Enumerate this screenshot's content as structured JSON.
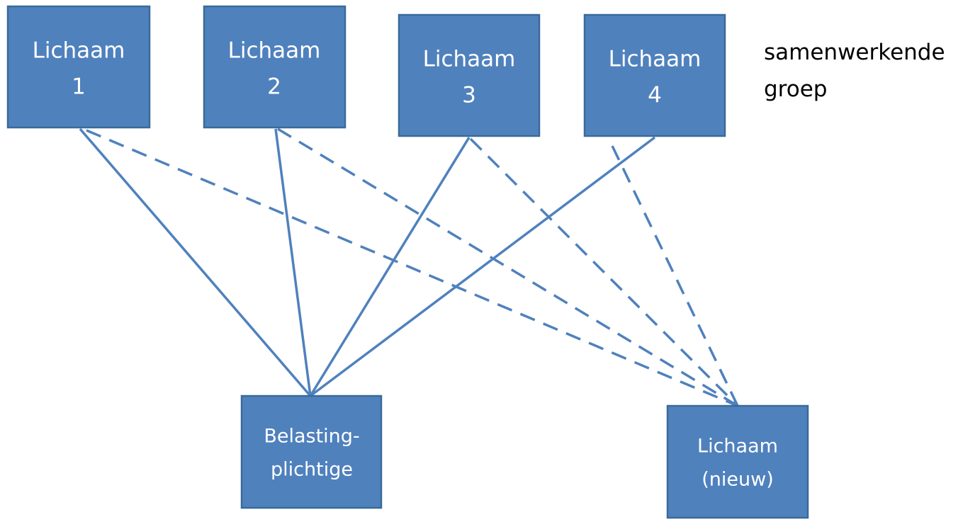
{
  "colors": {
    "box_fill": "#4f81bd",
    "box_stroke": "#3a6a9a",
    "line": "#4f81bd",
    "text_on_box": "#ffffff",
    "caption_text": "#000000"
  },
  "group_caption": {
    "line1": "samenwerkende",
    "line2": "groep"
  },
  "nodes": {
    "lichaam1": {
      "line1": "Lichaam",
      "line2": "1"
    },
    "lichaam2": {
      "line1": "Lichaam",
      "line2": "2"
    },
    "lichaam3": {
      "line1": "Lichaam",
      "line2": "3"
    },
    "lichaam4": {
      "line1": "Lichaam",
      "line2": "4"
    },
    "belastingplichtige": {
      "line1": "Belasting-",
      "line2": "plichtige"
    },
    "lichaam_nieuw": {
      "line1": "Lichaam",
      "line2": "(nieuw)"
    }
  },
  "links": [
    {
      "from": "lichaam1",
      "to": "belastingplichtige",
      "style": "solid"
    },
    {
      "from": "lichaam2",
      "to": "belastingplichtige",
      "style": "solid"
    },
    {
      "from": "lichaam3",
      "to": "belastingplichtige",
      "style": "solid"
    },
    {
      "from": "lichaam4",
      "to": "belastingplichtige",
      "style": "solid"
    },
    {
      "from": "lichaam1",
      "to": "lichaam_nieuw",
      "style": "dashed"
    },
    {
      "from": "lichaam2",
      "to": "lichaam_nieuw",
      "style": "dashed"
    },
    {
      "from": "lichaam3",
      "to": "lichaam_nieuw",
      "style": "dashed"
    },
    {
      "from": "lichaam4",
      "to": "lichaam_nieuw",
      "style": "dashed"
    }
  ]
}
